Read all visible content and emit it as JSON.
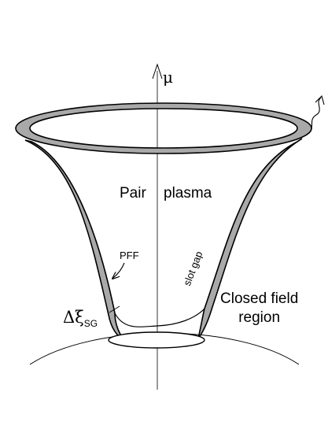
{
  "axis_label": "μ",
  "region_labels": {
    "pair": "Pair",
    "plasma": "plasma"
  },
  "pff_label": "PFF",
  "slot_gap_label": "slot gap",
  "closed_field_label": {
    "line1": "Closed field",
    "line2": "region"
  },
  "gap_width_label": {
    "symbol": "Δξ",
    "subscript": "SG"
  },
  "colors": {
    "gap_fill": "#a9a9a9",
    "stroke": "#000000",
    "background": "#ffffff"
  }
}
